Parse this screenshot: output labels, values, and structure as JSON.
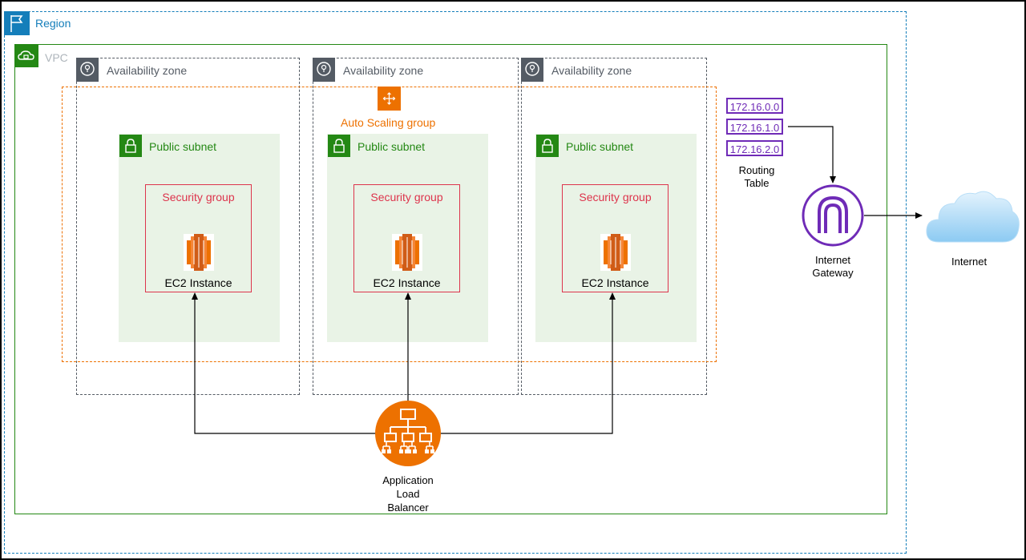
{
  "region": {
    "label": "Region"
  },
  "vpc": {
    "label": "VPC"
  },
  "availability_zones": [
    {
      "label": "Availability zone"
    },
    {
      "label": "Availability zone"
    },
    {
      "label": "Availability zone"
    }
  ],
  "auto_scaling_group": {
    "label": "Auto Scaling group"
  },
  "subnets": [
    {
      "label": "Public subnet",
      "security_group": "Security group",
      "instance": "EC2 Instance"
    },
    {
      "label": "Public subnet",
      "security_group": "Security group",
      "instance": "EC2 Instance"
    },
    {
      "label": "Public subnet",
      "security_group": "Security group",
      "instance": "EC2 Instance"
    }
  ],
  "routing_table": {
    "entries": [
      "172.16.0.0",
      "172.16.1.0",
      "172.16.2.0"
    ],
    "label_line1": "Routing",
    "label_line2": "Table"
  },
  "internet_gateway": {
    "label_line1": "Internet",
    "label_line2": "Gateway"
  },
  "internet": {
    "label": "Internet"
  },
  "load_balancer": {
    "label_line1": "Application",
    "label_line2": "Load",
    "label_line3": "Balancer"
  },
  "colors": {
    "region": "#147eba",
    "vpc": "#248814",
    "availability_zone": "#545b64",
    "auto_scaling": "#ed7100",
    "subnet_fill": "#e9f3e6",
    "security_group": "#dd344c",
    "routing": "#6f2bb7",
    "ec2": "#ed7100",
    "cloud": "#9fd2f5"
  }
}
